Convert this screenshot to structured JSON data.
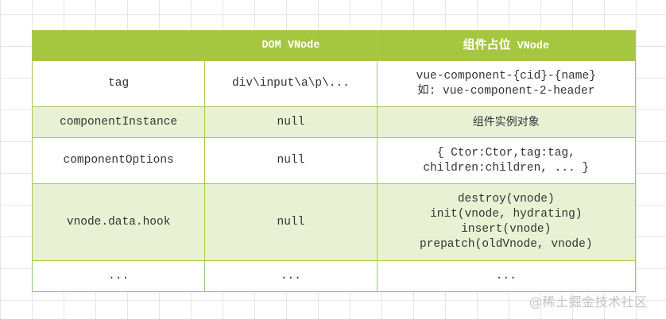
{
  "table": {
    "headers": [
      "",
      "DOM VNode",
      "组件占位 VNode"
    ],
    "header_parts": {
      "col3_cjk": "组件占位",
      "col3_latin": "VNode"
    },
    "rows": [
      {
        "property": "tag",
        "dom_vnode": "div\\input\\a\\p\\...",
        "component_vnode_lines": [
          "vue-component-{cid}-{name}",
          "如: vue-component-2-header"
        ]
      },
      {
        "property": "componentInstance",
        "dom_vnode": "null",
        "component_vnode_lines": [
          "组件实例对象"
        ]
      },
      {
        "property": "componentOptions",
        "dom_vnode": "null",
        "component_vnode_lines": [
          "{ Ctor:Ctor,tag:tag,",
          "children:children, ... }"
        ]
      },
      {
        "property": "vnode.data.hook",
        "dom_vnode": "null",
        "component_vnode_lines": [
          "destroy(vnode)",
          "init(vnode, hydrating)",
          "insert(vnode)",
          "prepatch(oldVnode, vnode)"
        ]
      },
      {
        "property": "...",
        "dom_vnode": "...",
        "component_vnode_lines": [
          "..."
        ]
      }
    ]
  },
  "colors": {
    "header_bg": "#a5c63f",
    "border": "#a9c84a",
    "alt_row_bg": "#e9f1d4",
    "grid_line": "#e6e6e6"
  },
  "watermark": "@稀土掘金技术社区"
}
